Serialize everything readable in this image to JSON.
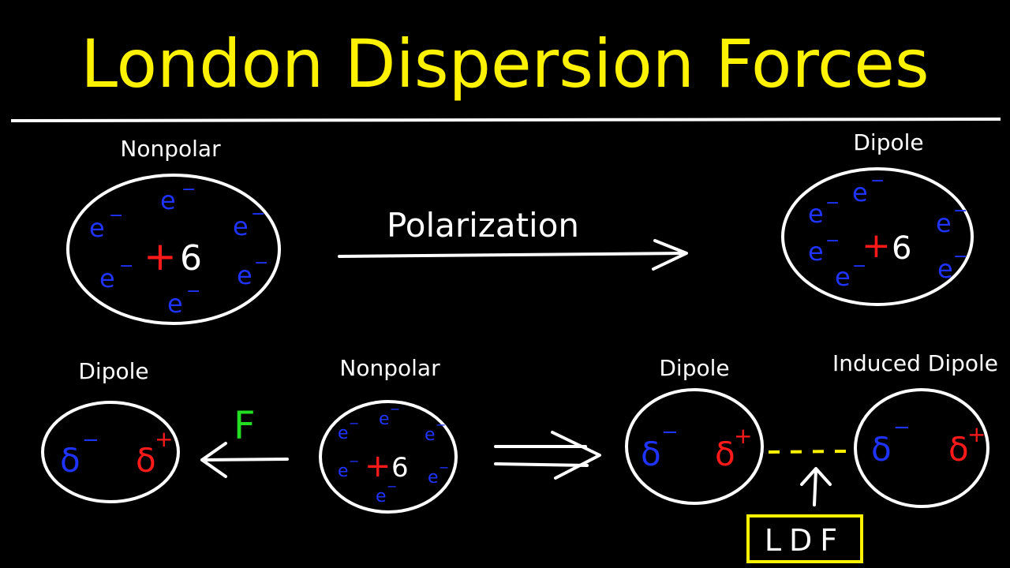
{
  "title": "London Dispersion Forces",
  "colors": {
    "background": "#000000",
    "title": "#fff200",
    "white": "#ffffff",
    "electron": "#1f33ff",
    "positive": "#ff1a1a",
    "force": "#22dd22",
    "ldf_box": "#fff200"
  },
  "top": {
    "left_label": "Nonpolar",
    "arrow_label": "Polarization",
    "right_label": "Dipole",
    "electron": "e",
    "electron_sup": "−",
    "plus": "+",
    "nucleus": "6"
  },
  "bottom": {
    "dipole_label": "Dipole",
    "nonpolar_label": "Nonpolar",
    "dipole2_label": "Dipole",
    "induced_label": "Induced Dipole",
    "force_label": "F",
    "delta": "δ",
    "minus": "−",
    "plus": "+",
    "nucleus": "6",
    "ldf_label": "LDF"
  }
}
